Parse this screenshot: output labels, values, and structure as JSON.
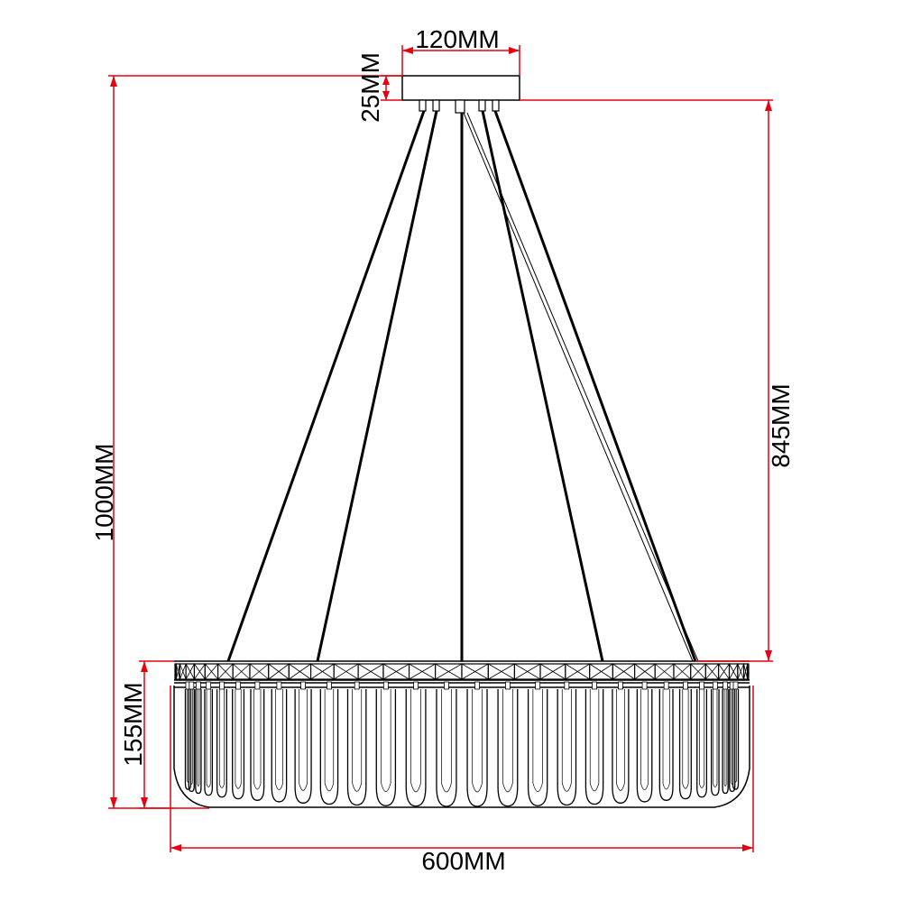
{
  "dimensions": {
    "canopy_width": "120MM",
    "canopy_height": "25MM",
    "total_height": "1000MM",
    "suspension_height": "845MM",
    "body_height": "155MM",
    "body_width": "600MM"
  },
  "colors": {
    "dimension_line": "#e8000e",
    "drawing_line": "#000000",
    "background": "#ffffff"
  }
}
